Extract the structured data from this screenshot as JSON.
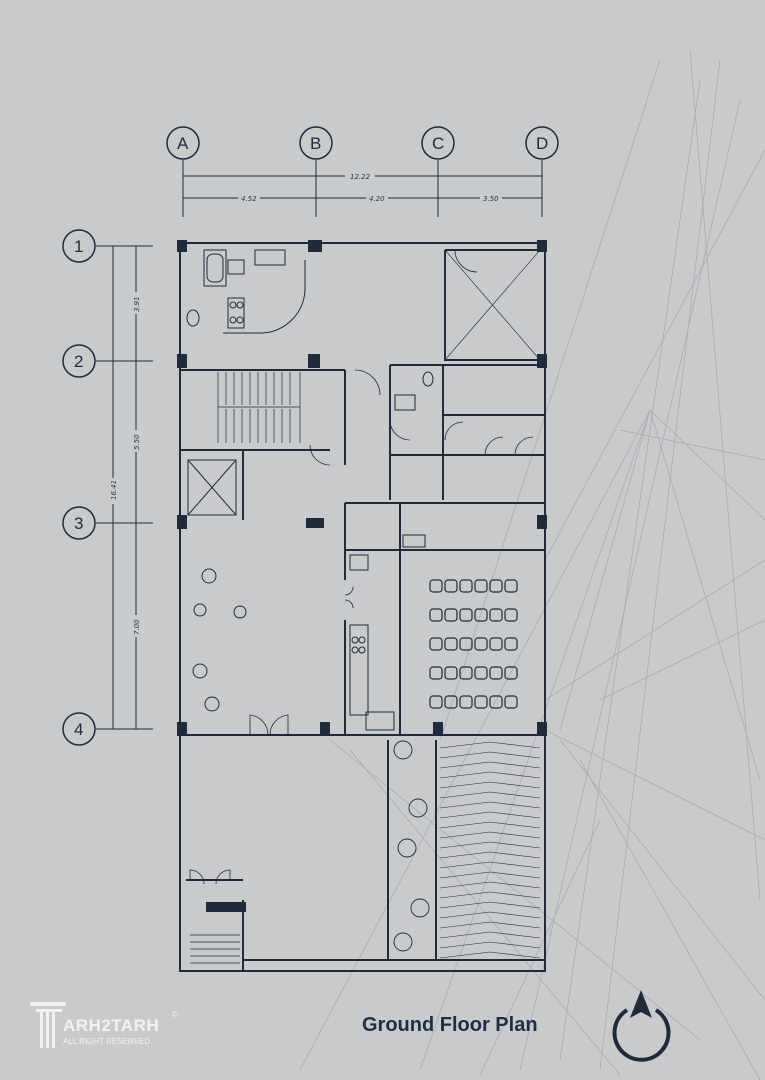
{
  "title": "Ground Floor Plan",
  "logo": {
    "brand": "ARH2TARH",
    "subtitle": "ALL RIGHT RESERVED",
    "copyright": "©"
  },
  "grid_columns": [
    "A",
    "B",
    "C",
    "D"
  ],
  "grid_rows": [
    "1",
    "2",
    "3",
    "4"
  ],
  "dimensions": {
    "overall_width": "12.22",
    "bays_x": [
      "4.52",
      "4.20",
      "3.50"
    ],
    "overall_depth": "16.41",
    "bays_y": [
      "3.91",
      "5.50",
      "7.00"
    ]
  },
  "colors": {
    "background": "#c9cacc",
    "lines": "#1f2b3c",
    "title": "#1c2f4a"
  }
}
